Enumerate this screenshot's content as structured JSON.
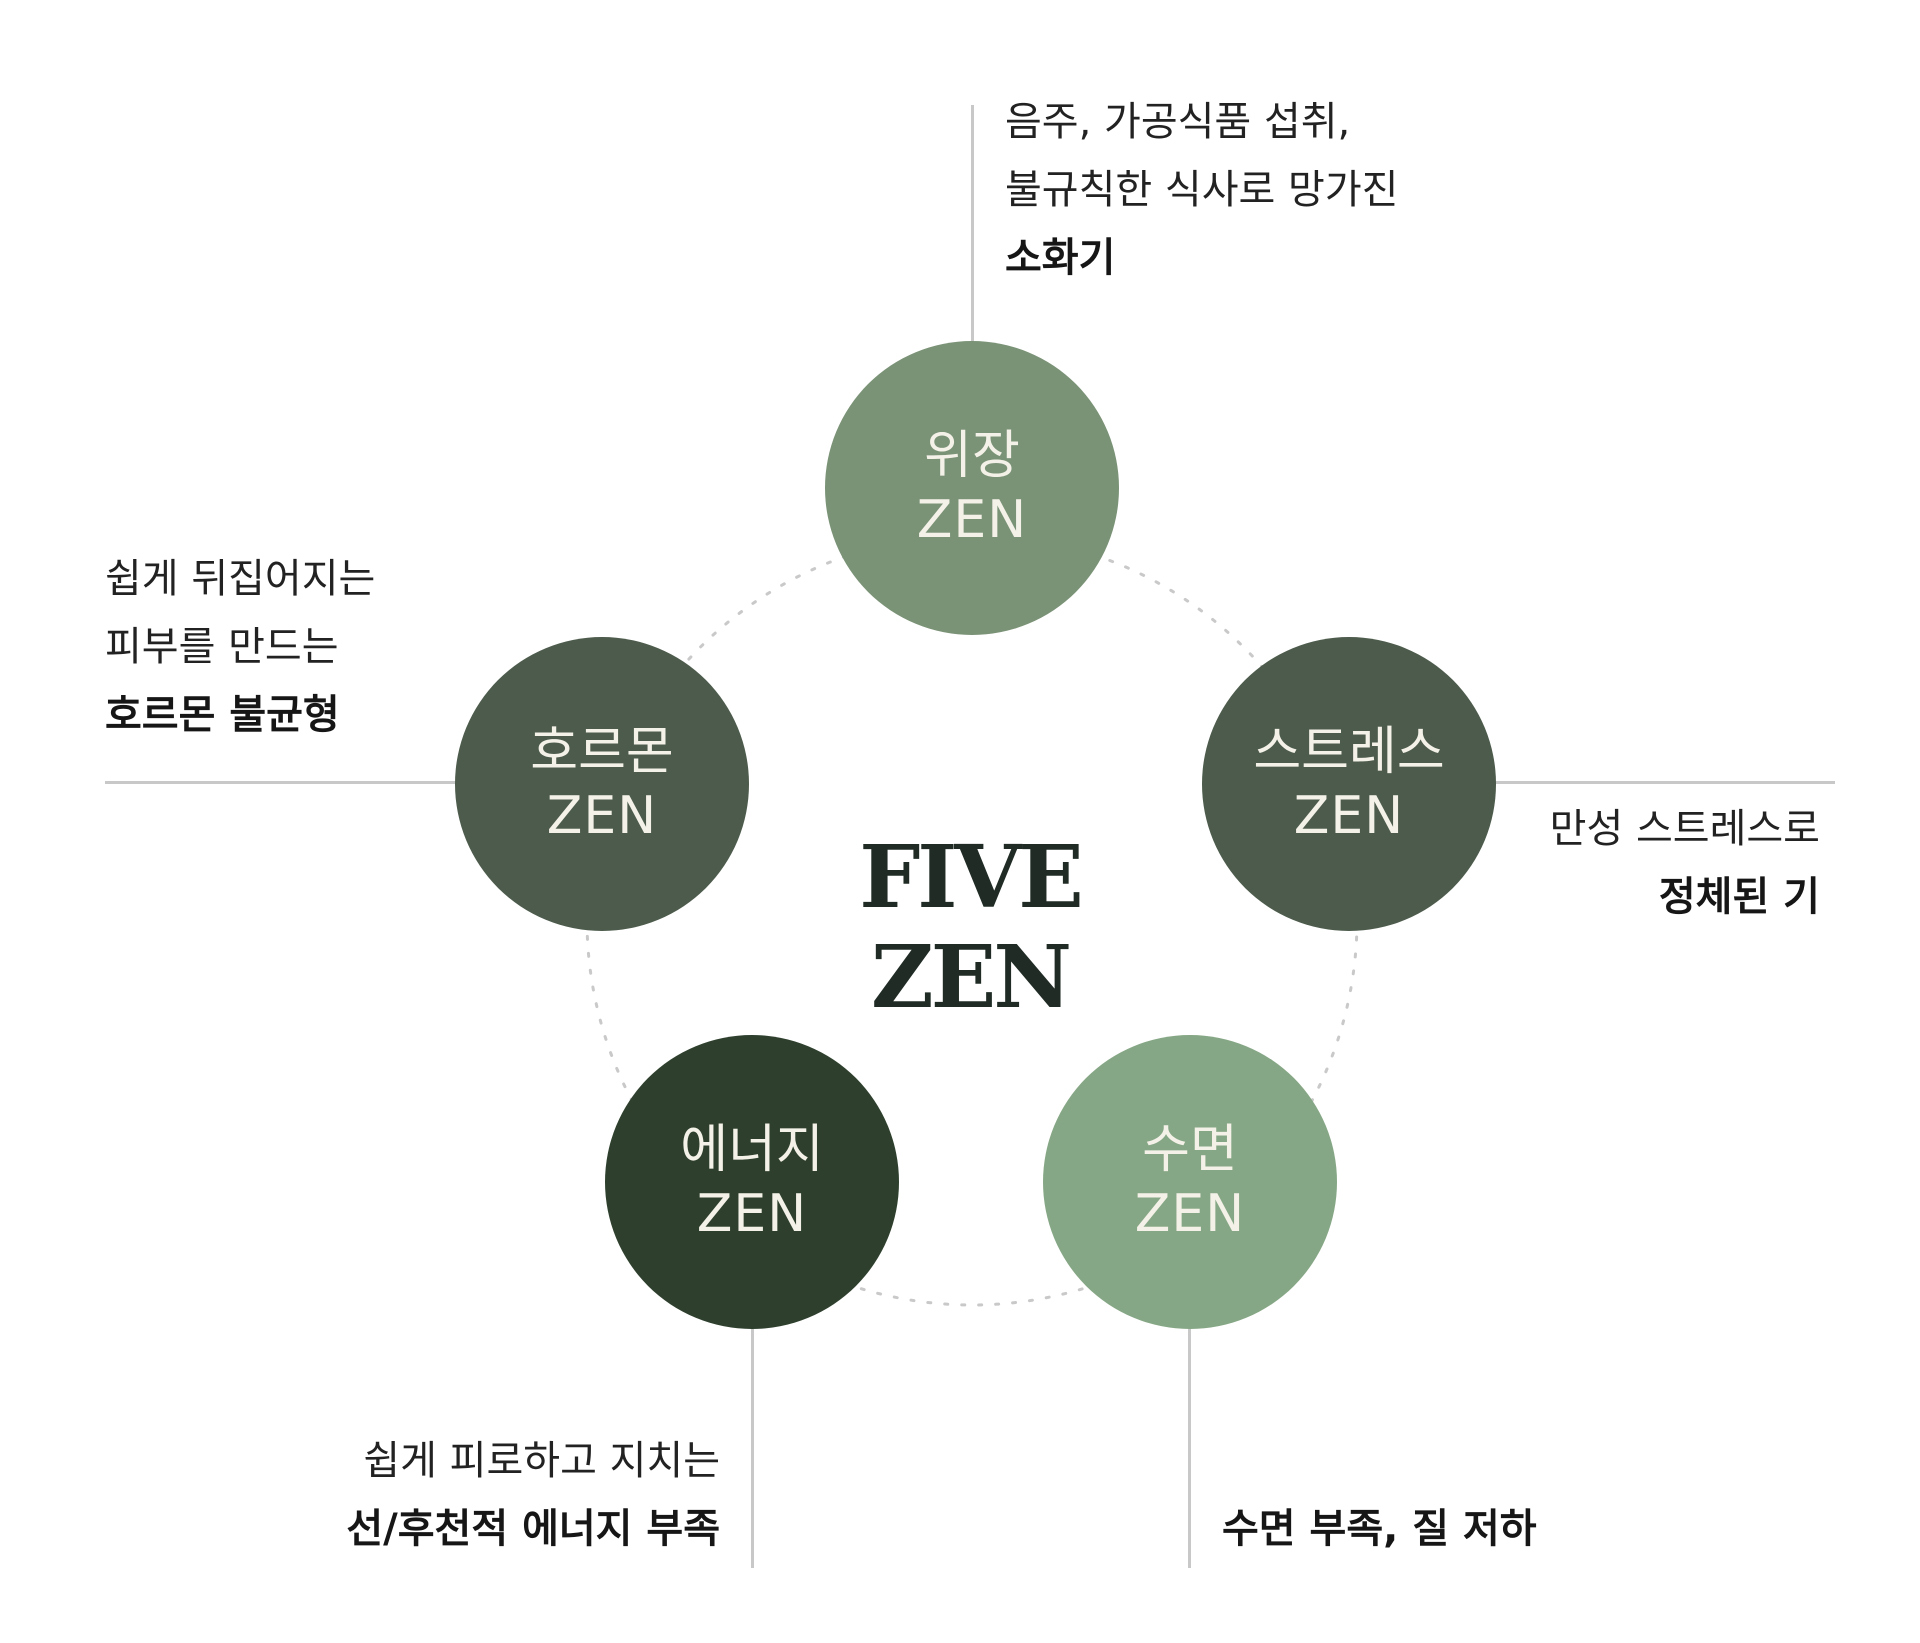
{
  "title": "FIVE ZEN",
  "colors": {
    "wijang": "#7a9276",
    "stress": "#4c5b4b",
    "sleep": "#86a785",
    "energy": "#2e402d",
    "hormone": "#4c5b4b",
    "text_on_circle": "#f4f1e8",
    "dotted_ring": "#c9c9c9",
    "leader_line": "#c8c8c8"
  },
  "nodes": [
    {
      "id": "wijang",
      "name": "위장",
      "suffix": "ZEN",
      "lines": [
        "음주, 가공식품 섭취,",
        "불규칙한 식사로 망가진"
      ],
      "bold": "소화기"
    },
    {
      "id": "stress",
      "name": "스트레스",
      "suffix": "ZEN",
      "lines": [
        "만성 스트레스로"
      ],
      "bold": "정체된 기"
    },
    {
      "id": "sleep",
      "name": "수면",
      "suffix": "ZEN",
      "lines": [],
      "bold": "수면 부족, 질 저하"
    },
    {
      "id": "energy",
      "name": "에너지",
      "suffix": "ZEN",
      "lines": [
        "쉽게 피로하고 지치는"
      ],
      "bold": "선/후천적 에너지 부족"
    },
    {
      "id": "hormone",
      "name": "호르몬",
      "suffix": "ZEN",
      "lines": [
        "쉽게 뒤집어지는",
        "피부를 만드는"
      ],
      "bold": "호르몬 불균형"
    }
  ]
}
